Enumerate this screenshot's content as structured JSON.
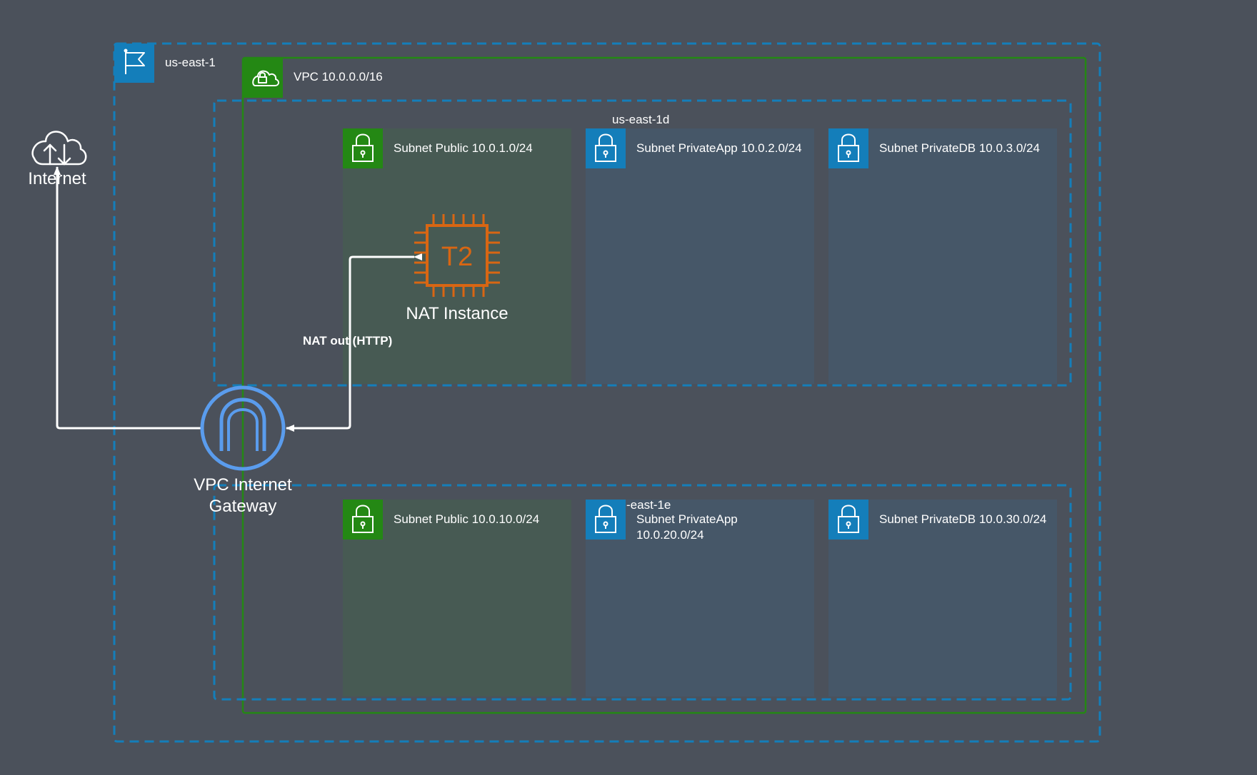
{
  "region": {
    "label": "us-east-1",
    "icon": "region-flag-icon"
  },
  "vpc": {
    "label": "VPC 10.0.0.0/16",
    "icon": "vpc-cloud-lock-icon"
  },
  "zones": [
    {
      "label": "us-east-1d"
    },
    {
      "label": "-east-1e"
    }
  ],
  "subnets": [
    {
      "label": "Subnet Public 10.0.1.0/24",
      "type": "public"
    },
    {
      "label": "Subnet PrivateApp 10.0.2.0/24",
      "type": "private"
    },
    {
      "label": "Subnet PrivateDB 10.0.3.0/24",
      "type": "private"
    },
    {
      "label": "Subnet Public 10.0.10.0/24",
      "type": "public"
    },
    {
      "label": "Subnet PrivateApp",
      "label2": "10.0.20.0/24",
      "type": "private"
    },
    {
      "label": "Subnet PrivateDB 10.0.30.0/24",
      "type": "private"
    }
  ],
  "internet": {
    "label": "Internet",
    "icon": "internet-cloud-icon"
  },
  "nat_instance": {
    "chip_text": "T2",
    "label": "NAT Instance",
    "icon": "ec2-t2-chip-icon"
  },
  "gateway": {
    "label_line1": "VPC Internet",
    "label_line2": "Gateway",
    "icon": "internet-gateway-icon"
  },
  "edge": {
    "label": "NAT out (HTTP)"
  },
  "colors": {
    "background": "#4b515b",
    "region_border": "#147eba",
    "vpc_border": "#248814",
    "zone_border": "#147eba",
    "public_fill": "#475a53",
    "private_fill": "#465768",
    "public_badge": "#248814",
    "private_badge": "#147eba",
    "nat_orange": "#d86613",
    "gateway_blue": "#5a9ced"
  }
}
